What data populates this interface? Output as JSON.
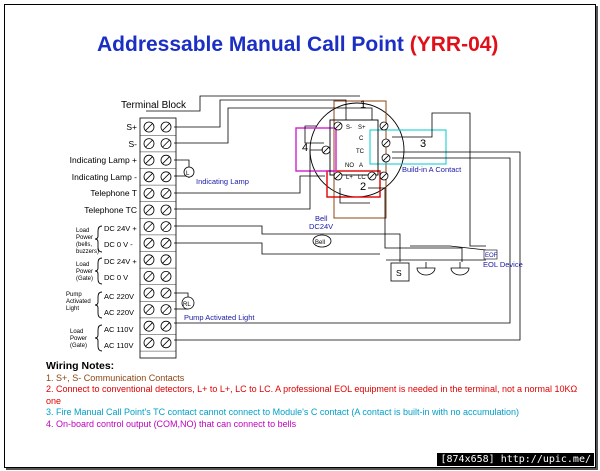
{
  "title": {
    "main": "Addressable Manual Call Point",
    "model": "(YRR-04)"
  },
  "terminal_block": {
    "label": "Terminal Block",
    "rows": [
      "S+",
      "S-",
      "Indicating Lamp +",
      "Indicating Lamp -",
      "Telephone  T",
      "Telephone TC"
    ],
    "groups": [
      {
        "label": "Load Power (bells, buzzers)",
        "lines": [
          "Load",
          "Power",
          "(bells,",
          "buzzers)"
        ],
        "items": [
          "DC 24V +",
          "DC  0 V  -"
        ]
      },
      {
        "label": "Load Power (Gate)",
        "lines": [
          "Load",
          "Power",
          "(Gate)"
        ],
        "items": [
          "DC 24V +",
          "DC  0 V"
        ]
      },
      {
        "label": "Pump Activated Light",
        "lines": [
          "Pump",
          "Activated",
          "Light"
        ],
        "items": [
          "AC 220V",
          "AC 220V"
        ]
      },
      {
        "label": "Load Power (Gate)",
        "lines": [
          "Load",
          "Power",
          "(Gate)"
        ],
        "items": [
          "AC 110V",
          "AC 110V"
        ]
      }
    ]
  },
  "module": {
    "contacts_top": [
      "S-",
      "S+"
    ],
    "contacts_mid": [
      "C",
      "TC",
      "A"
    ],
    "contact_no": "NO",
    "contacts_bottom": [
      "L+",
      "LC"
    ],
    "zone_numbers": [
      "1",
      "2",
      "3",
      "4"
    ],
    "build_in_label": "Build-in A Contact"
  },
  "devices": {
    "indicating_lamp": {
      "symbol": "L",
      "label": "Indicating Lamp"
    },
    "bell": {
      "symbol": "Bell",
      "label_lines": [
        "Bell",
        "DC24V"
      ]
    },
    "pump_light": {
      "symbol": "RL",
      "label": "Pump Activated Light"
    },
    "smoke_detector": "S",
    "eol": {
      "box": "EOF",
      "label": "EOL Device"
    }
  },
  "notes": {
    "heading": "Wiring Notes:",
    "items": [
      "1. S+, S- Communication Contacts",
      "2. Connect to conventional detectors, L+ to L+, LC to LC. A professional EOL equipment is needed in the terminal, not a normal 10KΩ one",
      "3. Fire Manual Call Point's TC contact cannot connect to Module's C contact (A contact is built-in with no accumulation)",
      "4. On-board control output (COM,NO) that can connect to bells"
    ]
  },
  "colors": {
    "title_blue": "#1b2fc4",
    "title_red": "#e0101a",
    "note1": "#8b4513",
    "note2": "#e00000",
    "note3": "#00a0c8",
    "note4": "#c000c0"
  },
  "watermark": "[874x658] http://upic.me/"
}
